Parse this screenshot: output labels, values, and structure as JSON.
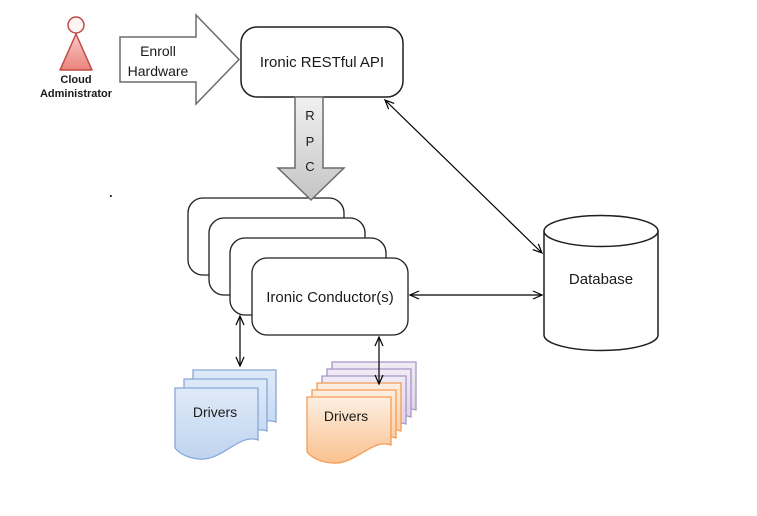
{
  "actor": {
    "line1": "Cloud",
    "line2": "Administrator"
  },
  "enroll_arrow": {
    "line1": "Enroll",
    "line2": "Hardware"
  },
  "api": {
    "label": "Ironic RESTful API"
  },
  "rpc": {
    "letters": [
      "R",
      "P",
      "C"
    ]
  },
  "conductors": {
    "label": "Ironic Conductor(s)",
    "stack_count": 4
  },
  "database": {
    "label": "Database"
  },
  "drivers_left": {
    "label": "Drivers",
    "stack_count": 3,
    "color": "blue"
  },
  "drivers_right": {
    "label": "Drivers",
    "front_color": "orange",
    "front_count": 3,
    "back_color": "purple",
    "back_count": 3
  },
  "stray_dot": ".",
  "colors": {
    "actor_fill_top": "#F8C9C5",
    "actor_fill_bottom": "#EC837C",
    "actor_border": "#BE4B48",
    "shape_border": "#1F1F1F",
    "block_arrow_border": "#6B6B6B",
    "rpc_fill_top": "#F1F1F1",
    "rpc_fill_bottom": "#C4C4C4",
    "blue_doc_fill_top": "#DFEAF8",
    "blue_doc_fill_bottom": "#BFD4EF",
    "blue_doc_border": "#87A8D8",
    "orange_doc_fill_top": "#FDEFE2",
    "orange_doc_fill_bottom": "#FAC18F",
    "orange_doc_border": "#F59C54",
    "purple_doc_fill_top": "#F0EBF5",
    "purple_doc_fill_bottom": "#D8CCE6",
    "purple_doc_border": "#A896C2",
    "connector": "#000000"
  }
}
